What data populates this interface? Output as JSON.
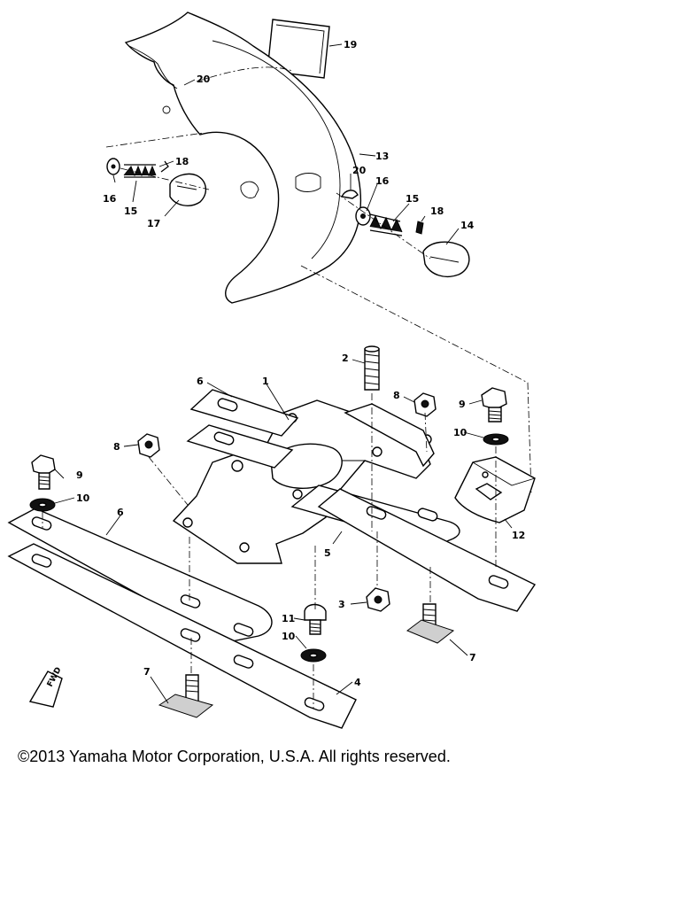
{
  "callouts": {
    "n1": "1",
    "n2": "2",
    "n3": "3",
    "n4": "4",
    "n5": "5",
    "n6a": "6",
    "n6b": "6",
    "n7a": "7",
    "n7b": "7",
    "n8a": "8",
    "n8b": "8",
    "n9a": "9",
    "n9b": "9",
    "n10a": "10",
    "n10b": "10",
    "n10c": "10",
    "n11": "11",
    "n12": "12",
    "n13": "13",
    "n14": "14",
    "n15a": "15",
    "n15b": "15",
    "n16a": "16",
    "n16b": "16",
    "n17": "17",
    "n18a": "18",
    "n18b": "18",
    "n19": "19",
    "n20a": "20",
    "n20b": "20"
  },
  "direction_mark": "FWD",
  "copyright": "©2013 Yamaha Motor Corporation, U.S.A. All rights reserved."
}
